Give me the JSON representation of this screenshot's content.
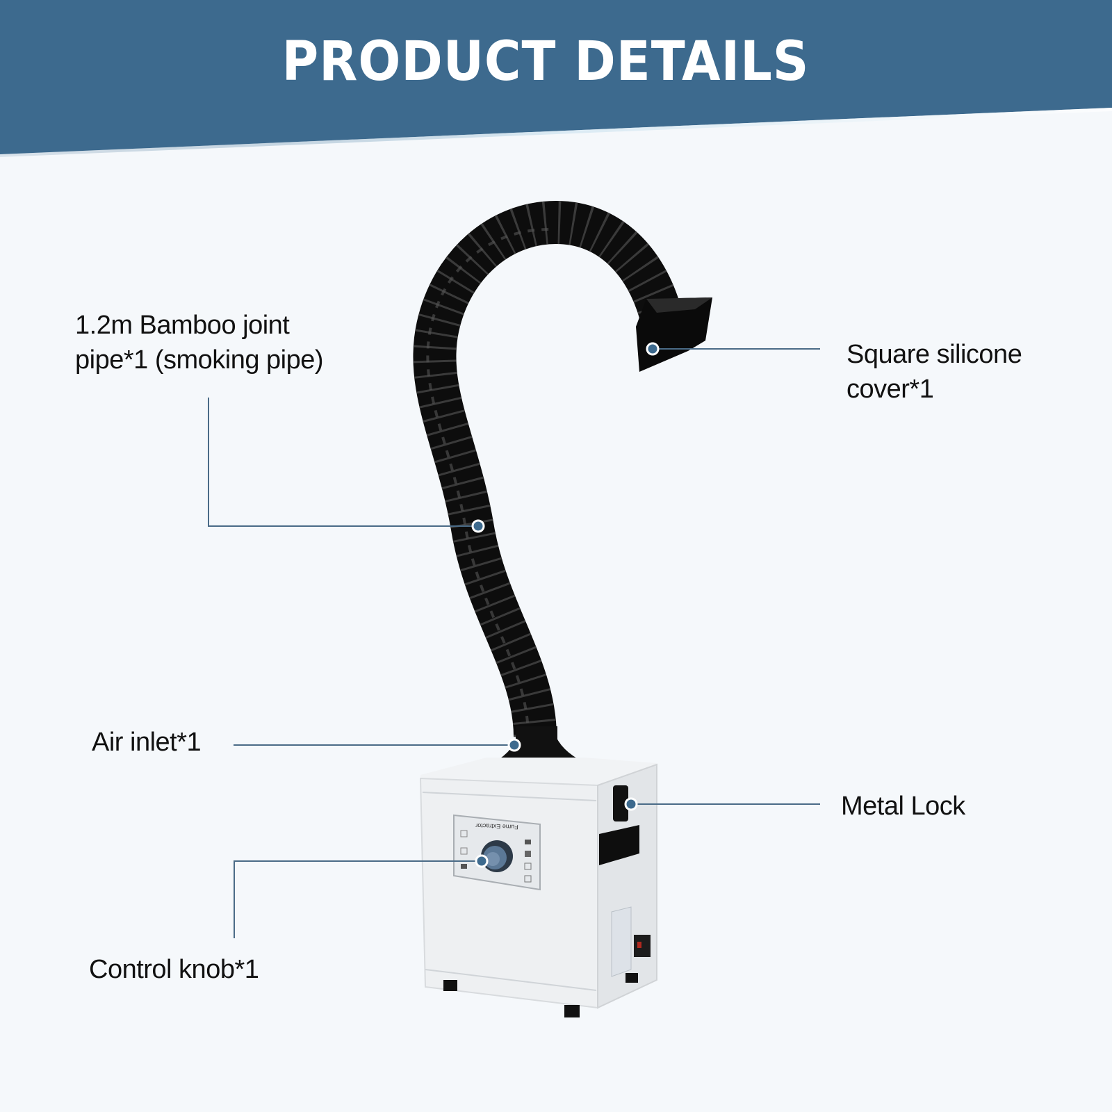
{
  "header": {
    "title": "PRODUCT DETAILS",
    "background_color": "#3d6a8e"
  },
  "product": {
    "name": "Fume Extractor",
    "panel_label": "Fume Extractor"
  },
  "callouts": [
    {
      "id": "pipe",
      "label_line1": "1.2m Bamboo joint",
      "label_line2": "pipe*1 (smoking pipe)"
    },
    {
      "id": "cover",
      "label_line1": "Square silicone",
      "label_line2": "cover*1"
    },
    {
      "id": "inlet",
      "label_line1": "Air inlet*1"
    },
    {
      "id": "lock",
      "label_line1": "Metal Lock"
    },
    {
      "id": "knob",
      "label_line1": "Control knob*1"
    }
  ],
  "colors": {
    "leader_line": "#4a6b87",
    "dot": "#3d6a8e",
    "background": "#f5f8fb"
  }
}
